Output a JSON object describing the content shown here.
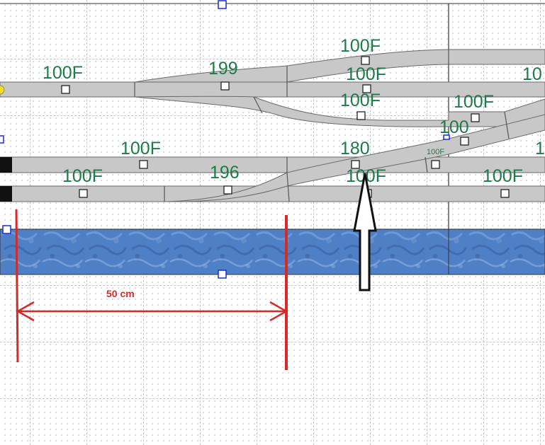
{
  "track_labels": {
    "upper_left_100F": "100F",
    "turnout_199": "199",
    "upper_branch_100F": "100F",
    "upper_hidden_100F": "100F",
    "upper_right_10": "10",
    "mid_branch_100F": "100F",
    "mid_right_100F": "100F",
    "mid_hidden_100": "100",
    "lower_left_100F": "100F",
    "crossing_180": "180",
    "small_100F": "100F",
    "right_edge_1": "1",
    "bottom_left_100F": "100F",
    "turnout_196": "196",
    "bottom_mid_100F": "100F",
    "bottom_right_100F": "100F"
  },
  "dimension": {
    "label": "50 cm"
  },
  "colors": {
    "track_fill": "#c8c8c8",
    "track_edge": "#6a6a6a",
    "label_green": "#1e7a4a",
    "water": "#4f7fc4",
    "dimension_red": "#d42a2a"
  }
}
